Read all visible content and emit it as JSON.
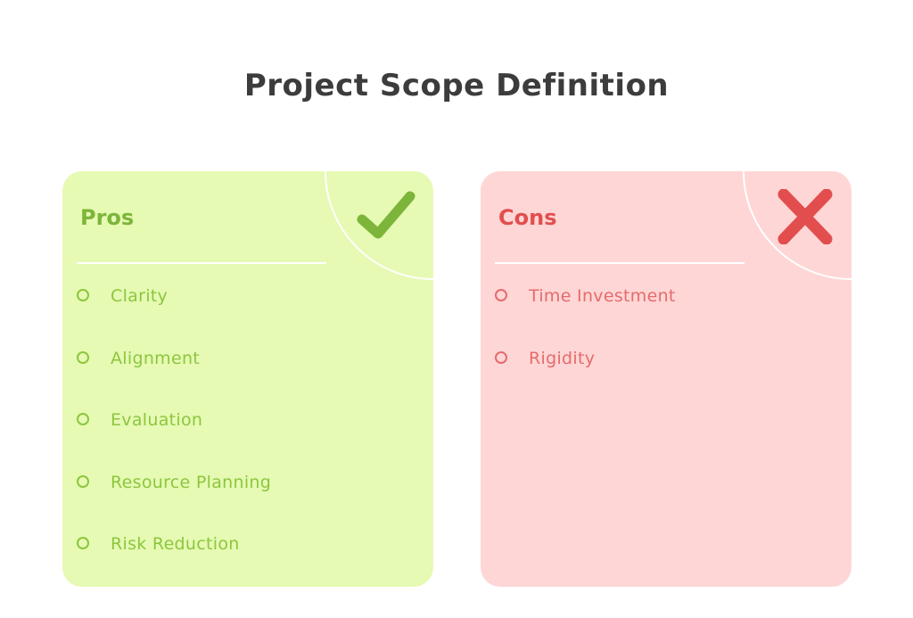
{
  "title": "Project Scope Definition",
  "colors": {
    "pros_bg": "#e6fab3",
    "pros_accent": "#7cb53a",
    "pros_accent_light": "#8cc63f",
    "cons_bg": "#ffd6d6",
    "cons_accent": "#e24e4e",
    "cons_accent_light": "#e66b6b",
    "title": "#3c3c3c"
  },
  "pros": {
    "heading": "Pros",
    "icon": "checkmark-icon",
    "items": [
      {
        "label": "Clarity"
      },
      {
        "label": "Alignment"
      },
      {
        "label": "Evaluation"
      },
      {
        "label": "Resource Planning"
      },
      {
        "label": "Risk Reduction"
      }
    ]
  },
  "cons": {
    "heading": "Cons",
    "icon": "cross-icon",
    "items": [
      {
        "label": "Time Investment"
      },
      {
        "label": "Rigidity"
      }
    ]
  }
}
